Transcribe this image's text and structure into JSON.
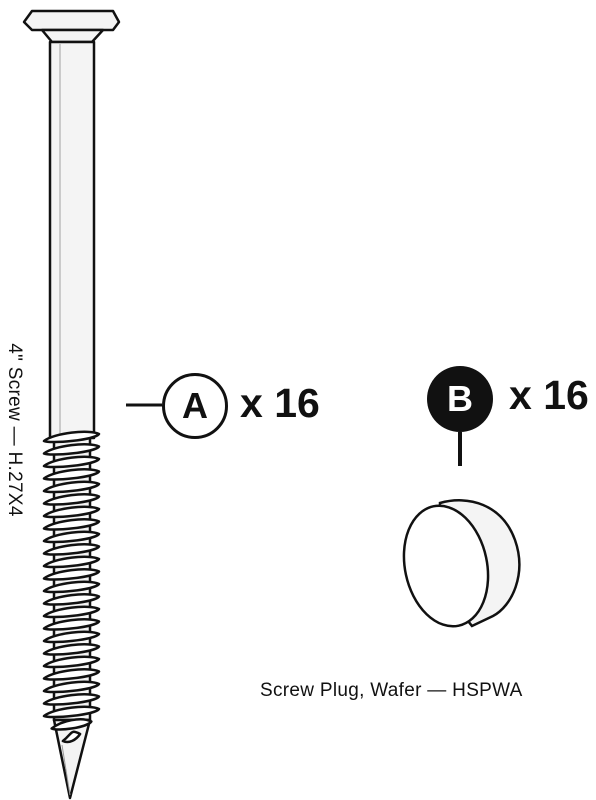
{
  "parts": [
    {
      "badge": "A",
      "quantity": "x 16",
      "caption": "4\" Screw — H.27X4",
      "icon": "screw-icon",
      "badge_style": "outline"
    },
    {
      "badge": "B",
      "quantity": "x 16",
      "caption": "Screw Plug, Wafer — HSPWA",
      "icon": "screw-plug-icon",
      "badge_style": "filled"
    }
  ],
  "colors": {
    "ink": "#111111",
    "metal": "#f2f2f2",
    "background": "#ffffff"
  }
}
